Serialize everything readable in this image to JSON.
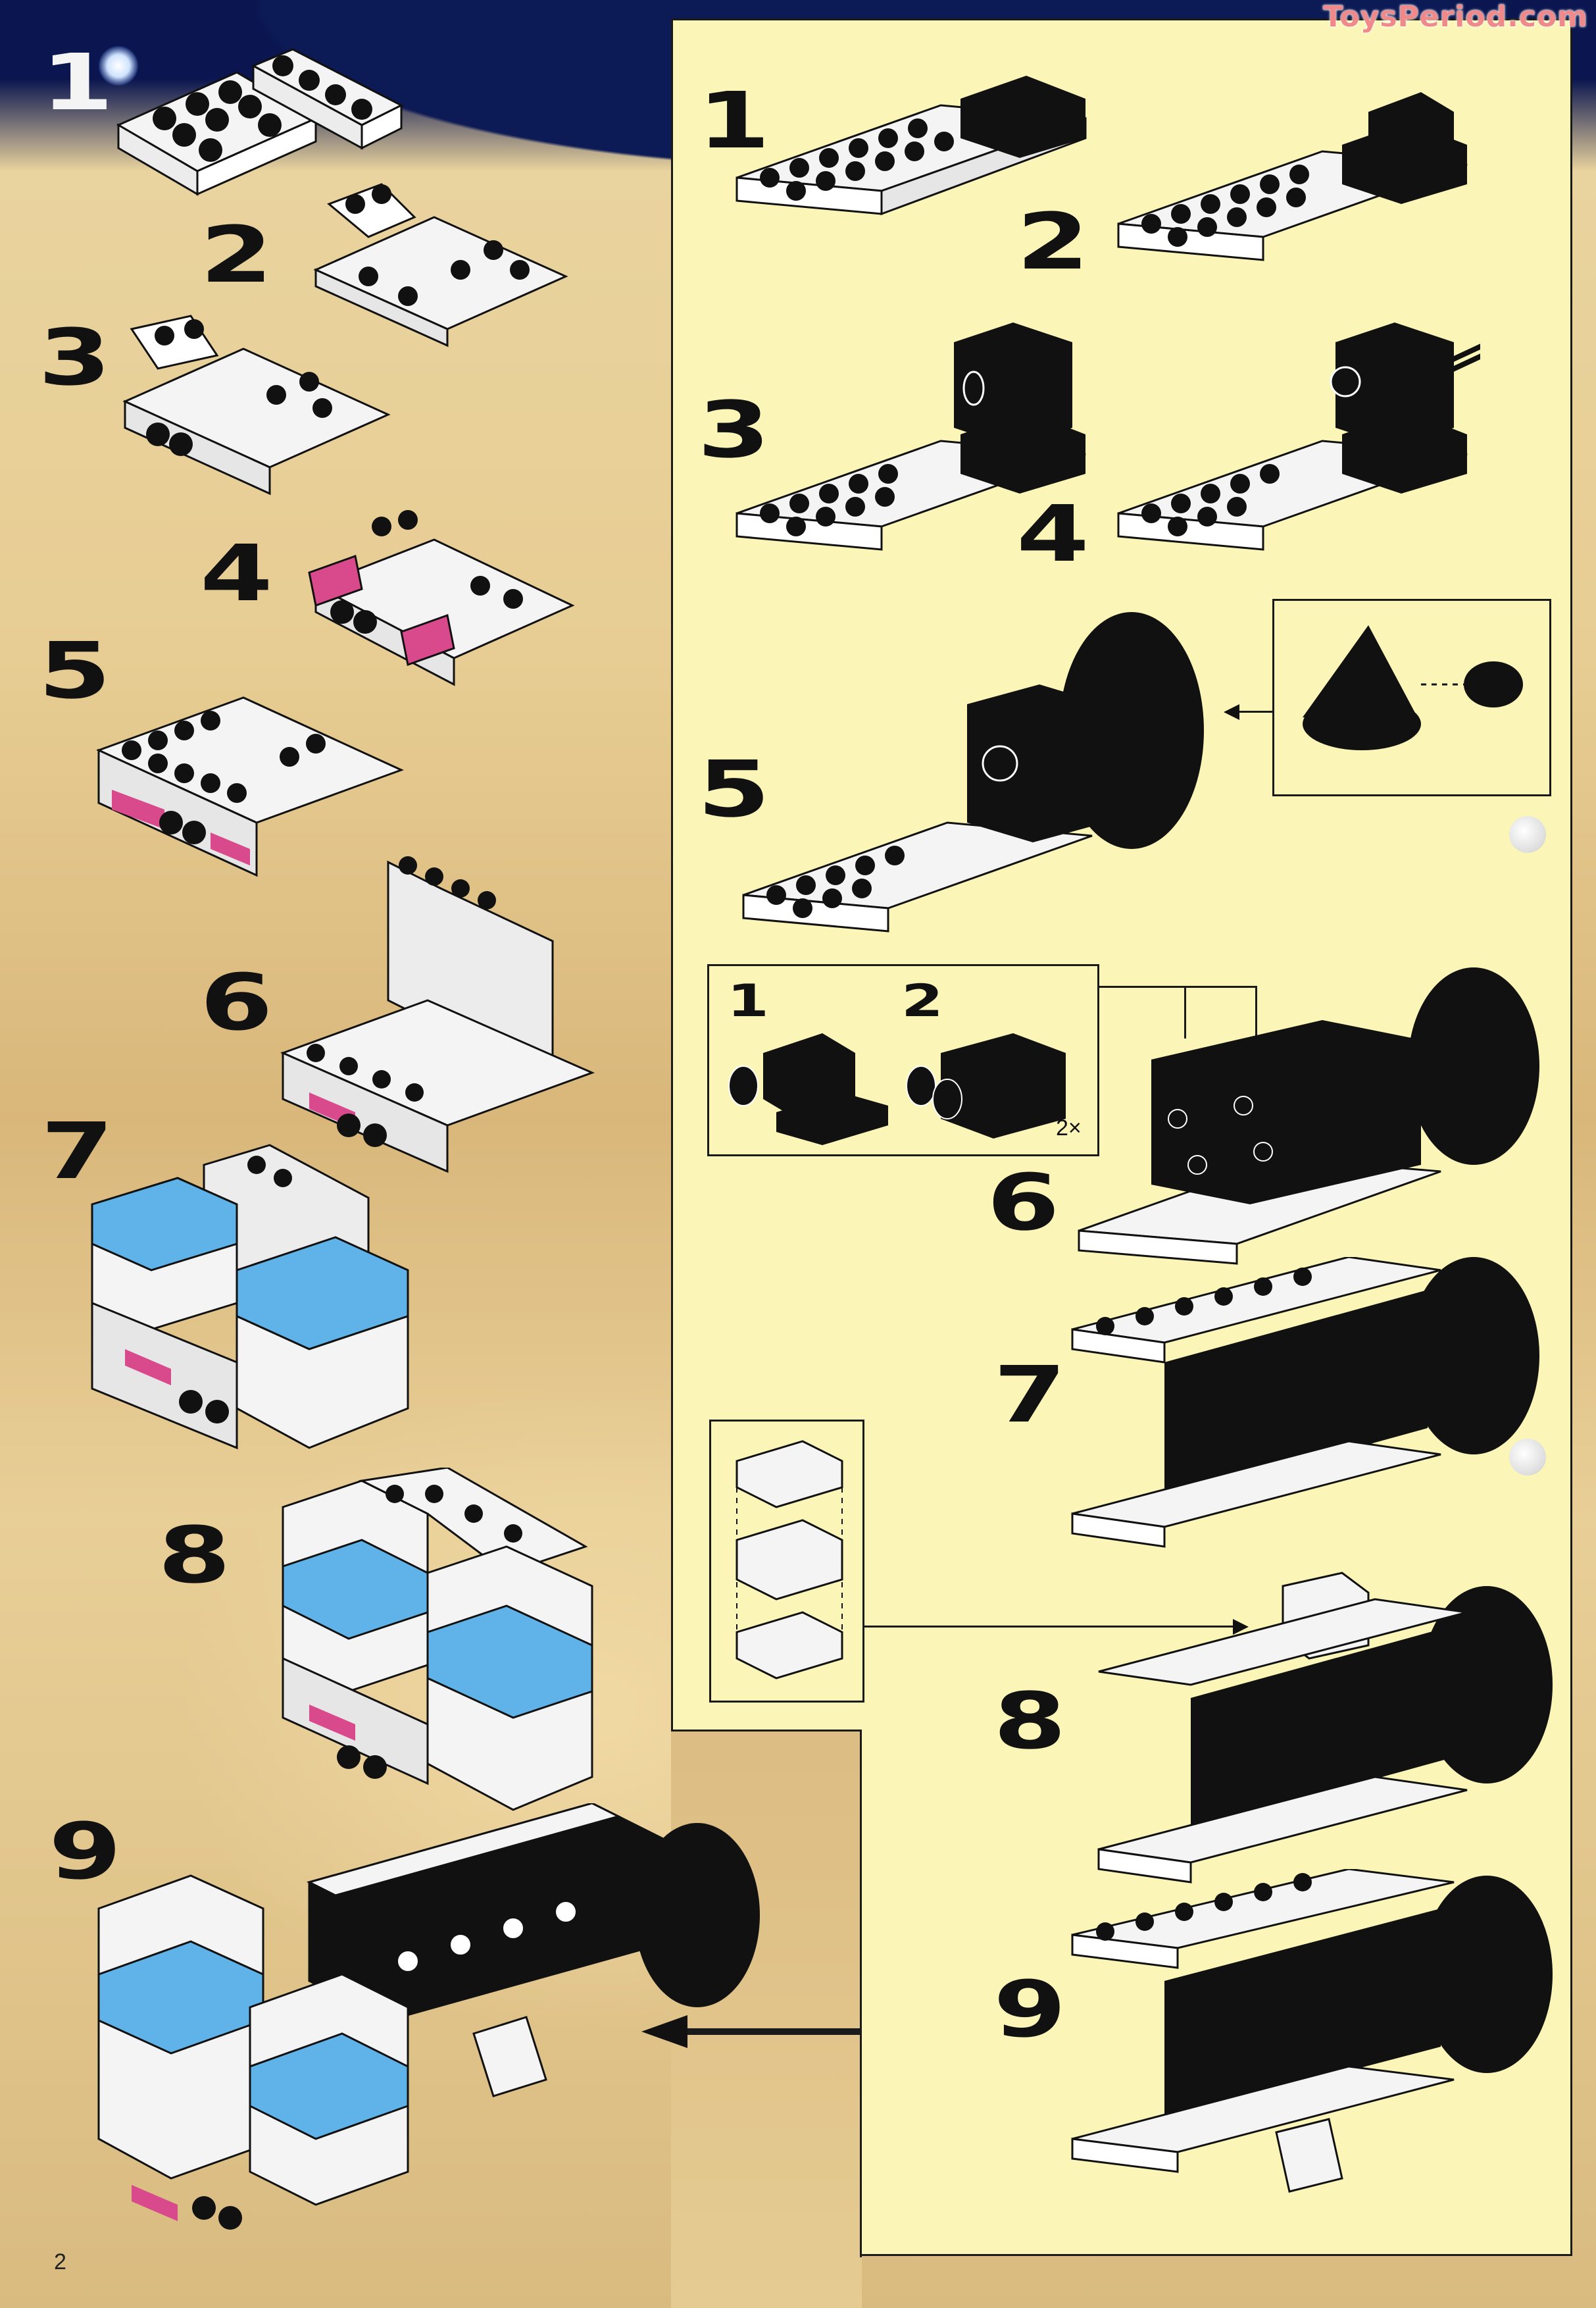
{
  "watermark": "ToysPeriod.com",
  "page_number": "2",
  "left_column": {
    "steps": [
      {
        "label": "1",
        "parts": "white 2x4 plate and white 1x4 plate"
      },
      {
        "label": "2",
        "parts": "white slope bricks with plates"
      },
      {
        "label": "3",
        "parts": "white headlight bricks assembly"
      },
      {
        "label": "4",
        "parts": "magenta tiles added"
      },
      {
        "label": "5",
        "parts": "white plate layer added"
      },
      {
        "label": "6",
        "parts": "white panel wall added"
      },
      {
        "label": "7",
        "parts": "transparent blue bricks added"
      },
      {
        "label": "8",
        "parts": "second white/blue column added"
      },
      {
        "label": "9",
        "parts": "cockpit attached to engine assembly"
      }
    ]
  },
  "right_panel": {
    "steps": [
      {
        "label": "1",
        "parts": "white 2x8 plate with black 2x2 brick"
      },
      {
        "label": "2",
        "parts": "black round brick added"
      },
      {
        "label": "3",
        "parts": "black technic brick with hole"
      },
      {
        "label": "4",
        "parts": "technic pin and antenna rods"
      },
      {
        "label": "5",
        "parts": "black dish attached"
      },
      {
        "label": "6",
        "parts": "black headlight bricks row"
      },
      {
        "label": "7",
        "parts": "white plates and black bricks"
      },
      {
        "label": "8",
        "parts": "white frame with hinge"
      },
      {
        "label": "9",
        "parts": "completed engine section"
      }
    ],
    "subassembly_cone": {
      "parts": "black cone and round plate"
    },
    "subassembly_headlight": {
      "sub_steps": [
        "1",
        "2"
      ],
      "quantity": "2×"
    },
    "subassembly_hinge": {
      "parts": "hinge plate and tile assembly"
    }
  },
  "colors": {
    "panel_bg": "#fbf6b8",
    "space_blue": "#0c1a55",
    "sand": "#e5c98f",
    "brick_black": "#111111",
    "brick_white": "#f4f4f4",
    "trans_blue": "#5fb3e8",
    "magenta": "#d94a8c"
  }
}
